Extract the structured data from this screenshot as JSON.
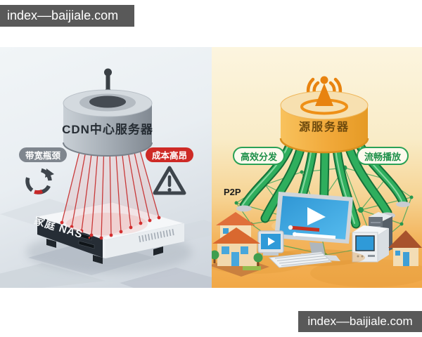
{
  "watermarks": {
    "top": "index––baijiale.com",
    "bottom": "index––baijiale.com"
  },
  "left_panel": {
    "server_label": "CDN中心服务器",
    "bandwidth_badge": "带宽瓶颈",
    "cost_badge": "成本高昂",
    "nas_label": "家庭 NAS"
  },
  "right_panel": {
    "server_label": "源服务器",
    "distribution_badge": "高效分发",
    "playback_badge": "流畅播放",
    "p2p_label": "P2P"
  },
  "icons": {
    "antenna": "rod-with-ball",
    "broadcast": "radiating-signal",
    "refresh": "circular-arrows",
    "warning": "triangle-exclamation",
    "play": "triangle-right"
  },
  "colors": {
    "watermark_bar": "#595959",
    "alert_red": "#ce2a26",
    "beam_red": "#c62828",
    "badge_gray": "#7f868e",
    "green": "#2aa156",
    "tube_green": "#2fae5d",
    "orange_server": "#f2a93c",
    "gray_server": "#9aa2aa",
    "nas_dark": "#262d35",
    "screen_blue": "#2f9ad8",
    "floor_orange": "#f1a847"
  }
}
